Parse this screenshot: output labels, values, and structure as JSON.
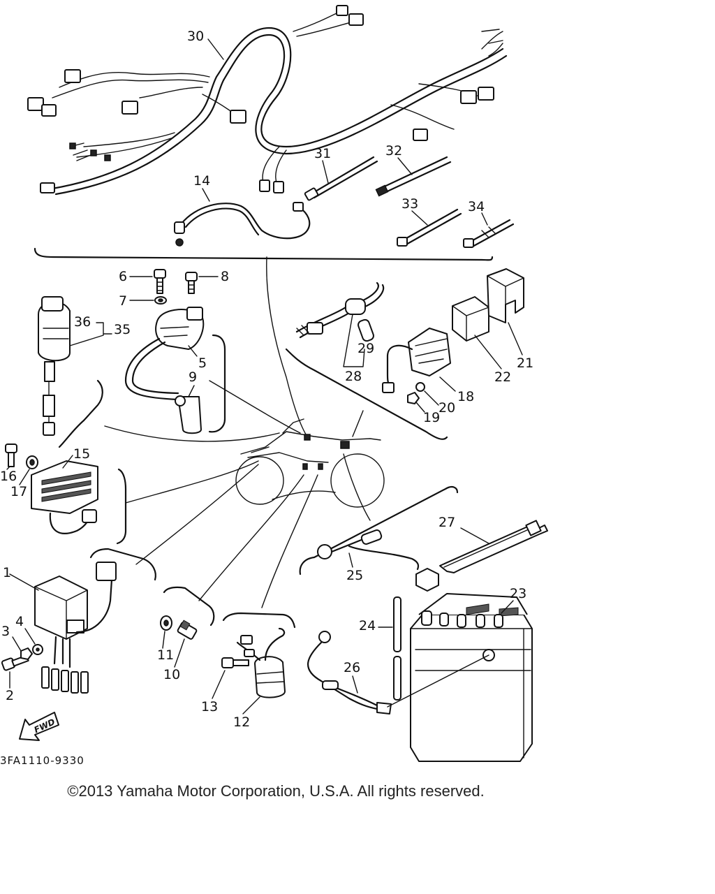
{
  "diagram": {
    "ref_code": "3FA1110-9330",
    "direction_label": "FWD",
    "callouts": {
      "c1": "1",
      "c2": "2",
      "c3": "3",
      "c4": "4",
      "c5": "5",
      "c6": "6",
      "c7": "7",
      "c8": "8",
      "c9": "9",
      "c10": "10",
      "c11": "11",
      "c12": "12",
      "c13": "13",
      "c14": "14",
      "c15": "15",
      "c16": "16",
      "c17": "17",
      "c18": "18",
      "c19": "19",
      "c20": "20",
      "c21": "21",
      "c22": "22",
      "c23": "23",
      "c24": "24",
      "c25": "25",
      "c26": "26",
      "c27": "27",
      "c28": "28",
      "c29": "29",
      "c30": "30",
      "c31": "31",
      "c32": "32",
      "c33": "33",
      "c34": "34",
      "c35": "35",
      "c36": "36"
    }
  },
  "footer": {
    "copyright": "©2013 Yamaha Motor Corporation, U.S.A. All rights reserved."
  }
}
